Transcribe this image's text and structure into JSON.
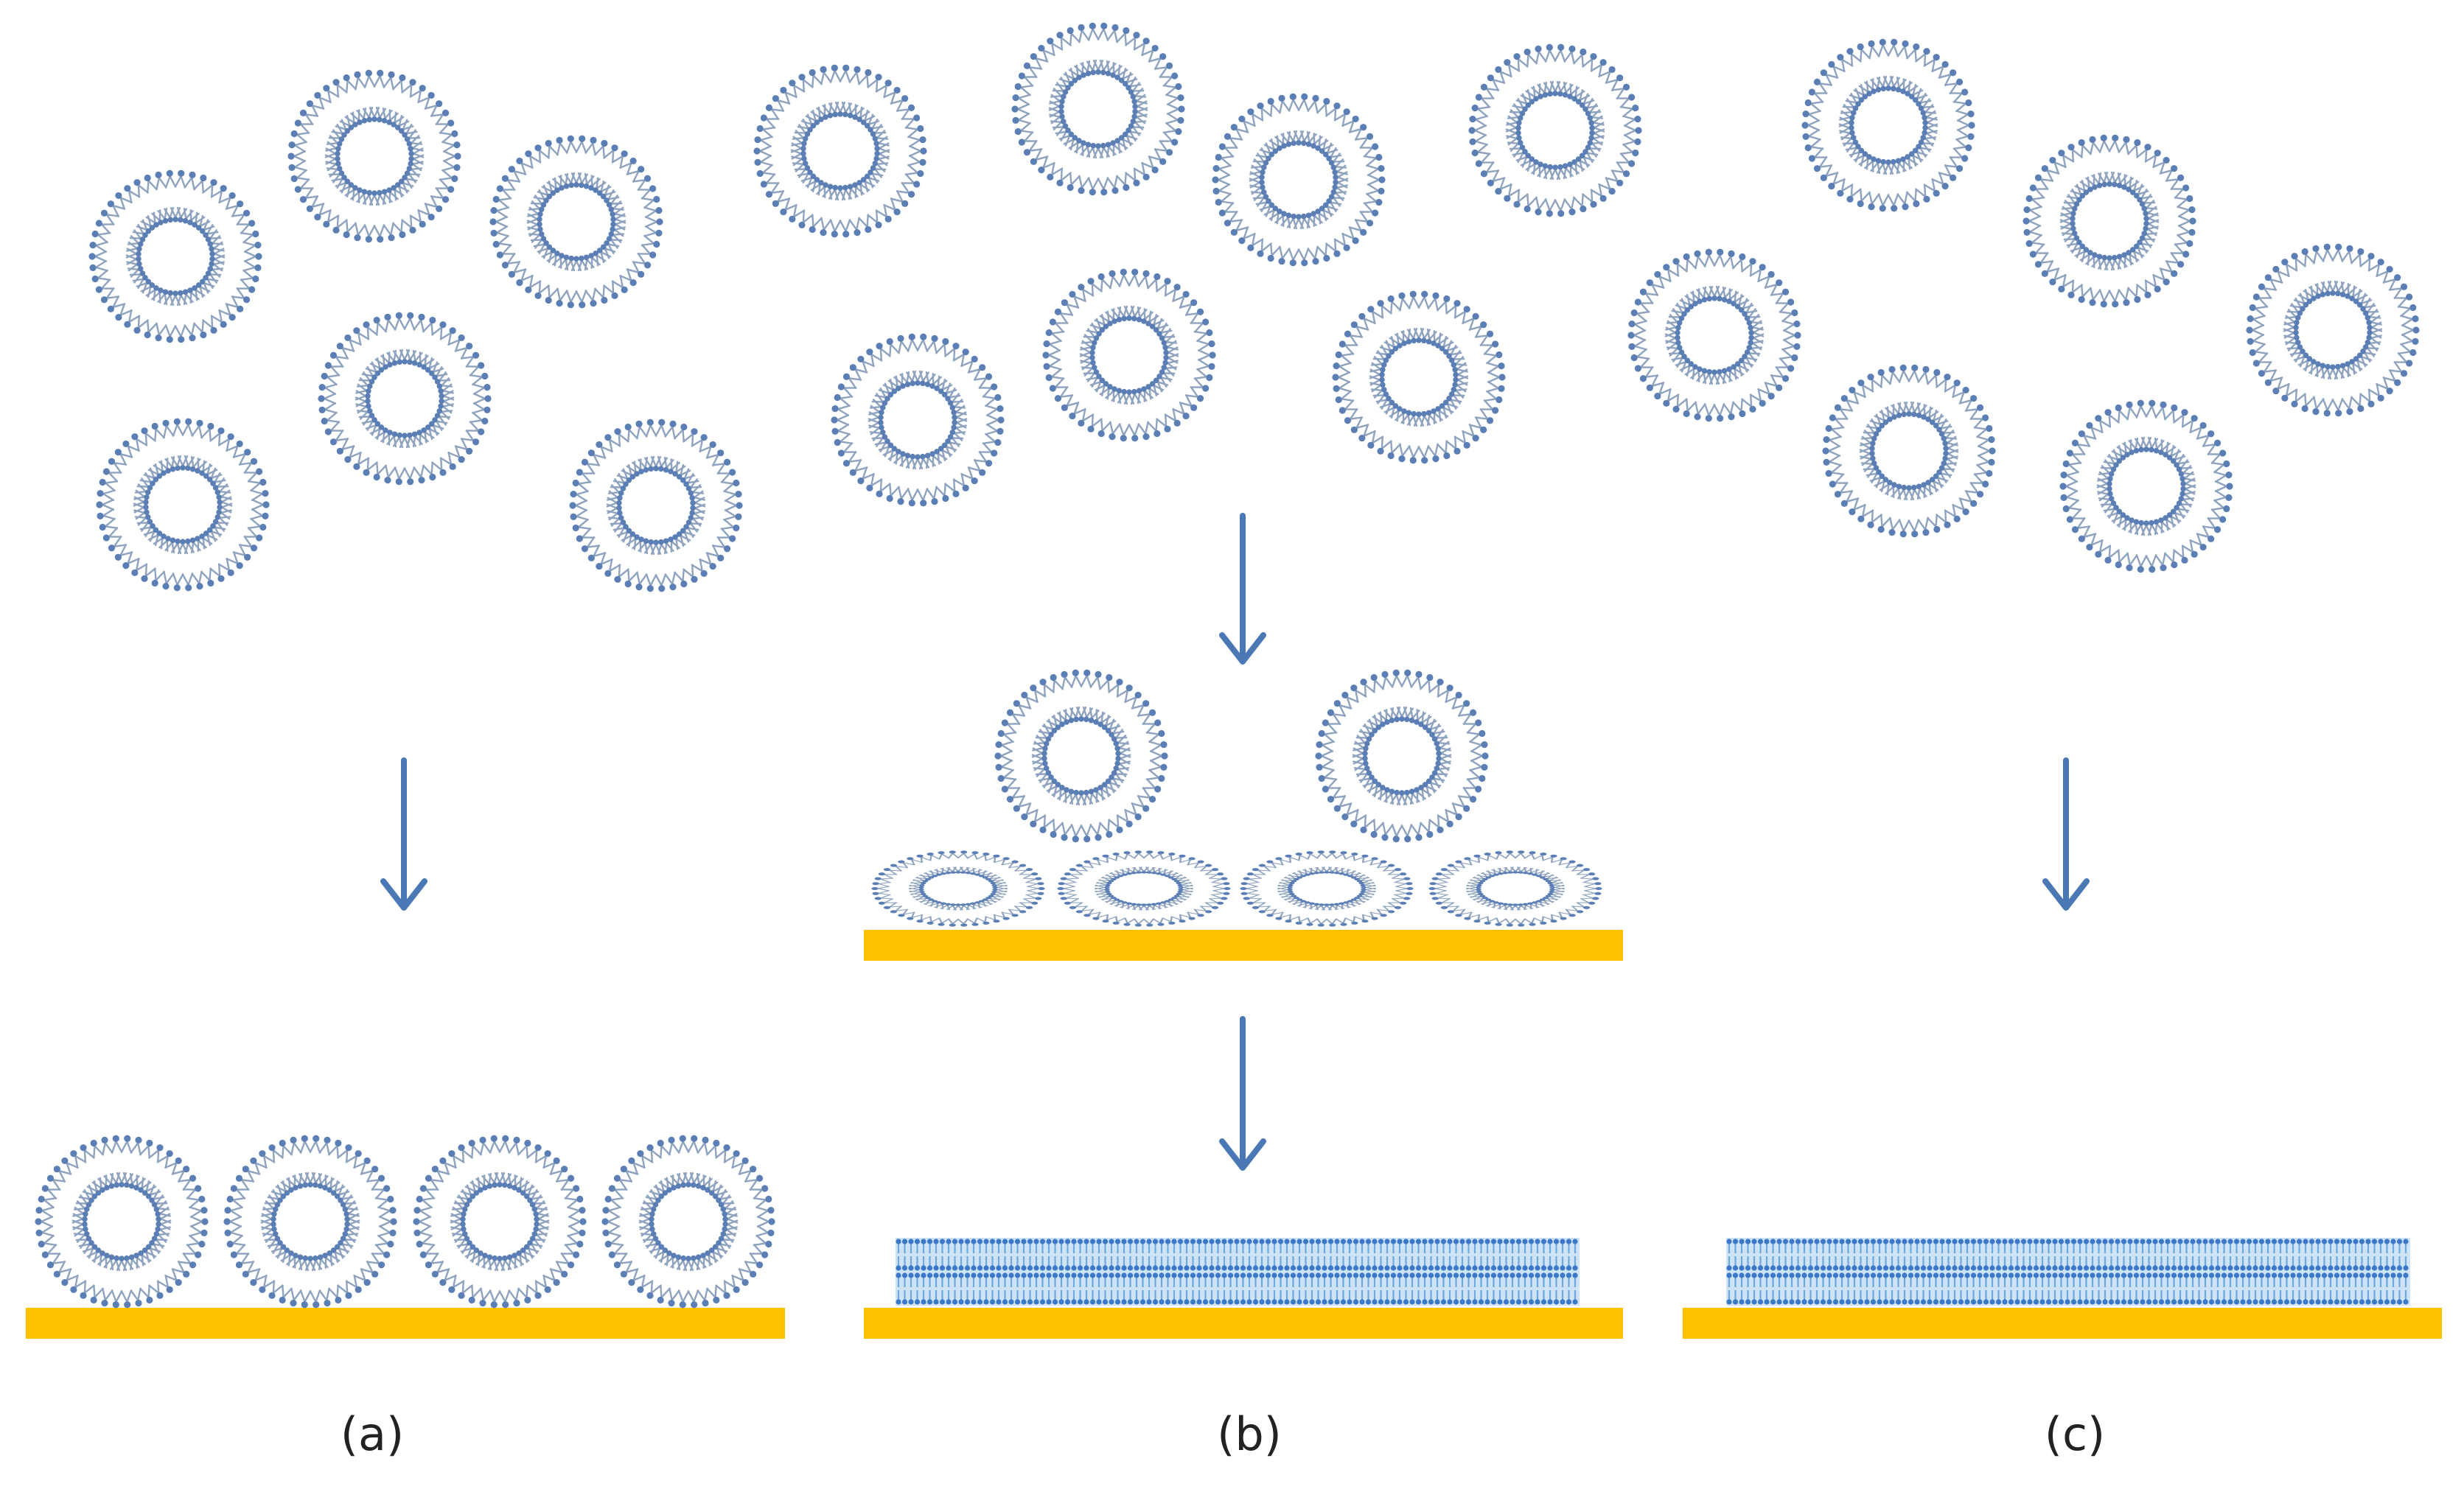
{
  "panels": [
    {
      "id": "a",
      "label": "(a)"
    },
    {
      "id": "b",
      "label": "(b)"
    },
    {
      "id": "c",
      "label": "(c)"
    }
  ],
  "colors": {
    "lipid_head": "#5b7fb5",
    "lipid_tail": "#8fa3bf",
    "bilayer_fill": "#6fa8dc",
    "bilayer_head": "#3c78c8",
    "substrate": "#ffc000",
    "arrow": "#4a78b5"
  }
}
